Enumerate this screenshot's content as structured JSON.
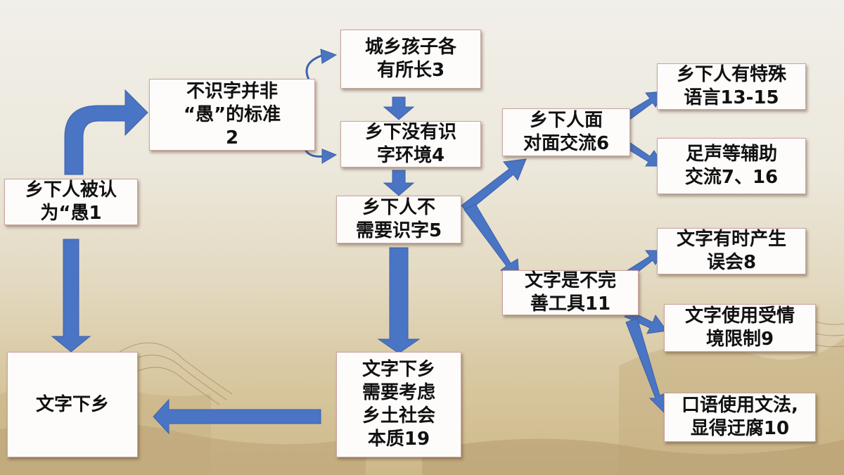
{
  "colors": {
    "arrow": "#4a74c4",
    "box_fill": "#fdfcfb",
    "box_border": "#c9a4a0"
  },
  "nodes": {
    "n1": "乡下人被认\n为“愚1",
    "n2": "不识字并非\n“愚”的标准\n2",
    "n3": "城乡孩子各\n有所长3",
    "n4": "乡下没有识\n字环境4",
    "n5": "乡下人不\n需要识字5",
    "n6": "乡下人面\n对面交流6",
    "n13": "乡下人有特殊\n语言13-15",
    "n7": "足声等辅助\n交流7、16",
    "n11": "文字是不完\n善工具11",
    "n8": "文字有时产生\n误会8",
    "n9": "文字使用受情\n境限制9",
    "n10": "口语使用文法,\n显得迂腐10",
    "n19": "文字下乡\n需要考虑\n乡土社会\n本质19",
    "nend": "文字下乡"
  }
}
